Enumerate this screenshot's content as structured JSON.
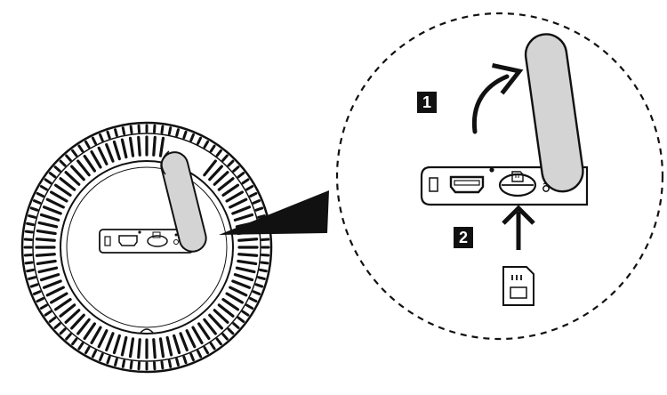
{
  "steps": [
    {
      "label": "1"
    },
    {
      "label": "2"
    }
  ],
  "colors": {
    "line": "#111111",
    "antenna_fill": "#d4d4d4",
    "badge_fill": "#111111",
    "badge_text": "#ffffff",
    "background": "#ffffff"
  },
  "parts": {
    "device": "router-bottom-view",
    "antenna": "flip-up-antenna",
    "ports": [
      "reset-button",
      "hdmi-port",
      "microsd-slot",
      "led-indicator"
    ],
    "card": "microsd-card-icon"
  }
}
